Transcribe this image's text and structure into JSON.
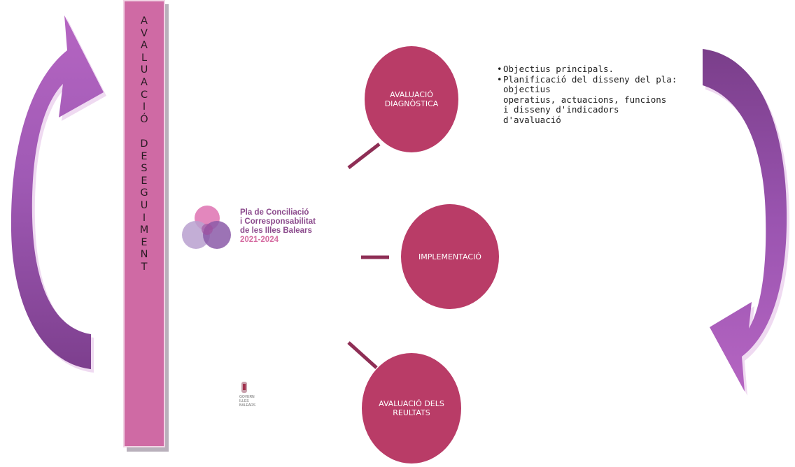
{
  "side_bar": {
    "letters": [
      "A",
      "V",
      "A",
      "L",
      "U",
      "A",
      "C",
      "I",
      "Ó",
      "",
      "D",
      "E",
      "S",
      "E",
      "G",
      "U",
      "I",
      "M",
      "E",
      "N",
      "T"
    ]
  },
  "stages": {
    "diagnostic": "AVALUACIÓ DIAGNÒSTICA",
    "implementation": "IMPLEMENTACIÓ",
    "results_line1": "AVALUACIÓ DELS",
    "results_line2": "REULTATS"
  },
  "bullets": {
    "item1": "Objectius principals.",
    "item2_line1": "Planificació del disseny del pla:",
    "item2_rest": "objectius\noperatius, actuacions, funcions\ni disseny d'indicadors\nd'avaluació"
  },
  "logo": {
    "line1": "Pla de Conciliació",
    "line2": "i Corresponsabilitat",
    "line3": "de les Illes Balears",
    "years": "2021-2024"
  },
  "govern": {
    "text": "GOVERN\nILLES\nBALEARS"
  },
  "colors": {
    "bar": "#cf6aa4",
    "circle": "#b93c67",
    "connector": "#8e2e55",
    "arrow_dark": "#7c3f8c",
    "arrow_light": "#b65fc0"
  }
}
